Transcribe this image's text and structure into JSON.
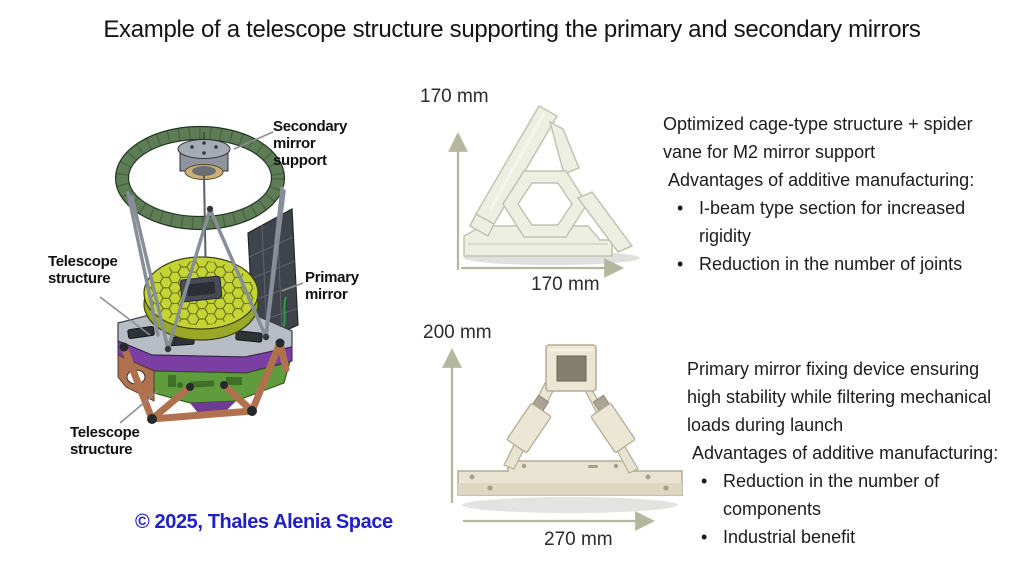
{
  "title": "Example of a telescope structure supporting the primary and secondary mirrors",
  "telescope_figure": {
    "labels": {
      "secondary_mirror_support": "Secondary\nmirror\nsupport",
      "telescope_structure_upper": "Telescope\nstructure",
      "primary_mirror": "Primary\nmirror",
      "telescope_structure_lower": "Telescope\nstructure"
    },
    "copyright": "© 2025, Thales Alenia Space"
  },
  "parts": [
    {
      "height_label": "170 mm",
      "width_label": "170 mm",
      "description": "Optimized cage-type structure + spider\nvane for M2 mirror support",
      "advantages_heading": "Advantages of additive manufacturing:",
      "bullets": [
        "I-beam type section for increased\nrigidity",
        "Reduction in the number of joints"
      ]
    },
    {
      "height_label": "200 mm",
      "width_label": "270 mm",
      "description": "Primary mirror fixing device ensuring\nhigh stability while filtering mechanical\nloads during launch",
      "advantages_heading": "Advantages of additive manufacturing:",
      "bullets": [
        "Reduction in the number of\ncomponents",
        "Industrial benefit"
      ]
    }
  ],
  "colors": {
    "copyright_blue": "#2121cc",
    "dimension_arrow": "#b4b79e",
    "mirror_yellow": "#c5d434",
    "ring_green": "#5e7d56",
    "base_purple": "#7b3fa3",
    "base_green": "#5f9c3e",
    "legs_orange": "#b0714e",
    "printed_part_white": "#ece6d4"
  }
}
